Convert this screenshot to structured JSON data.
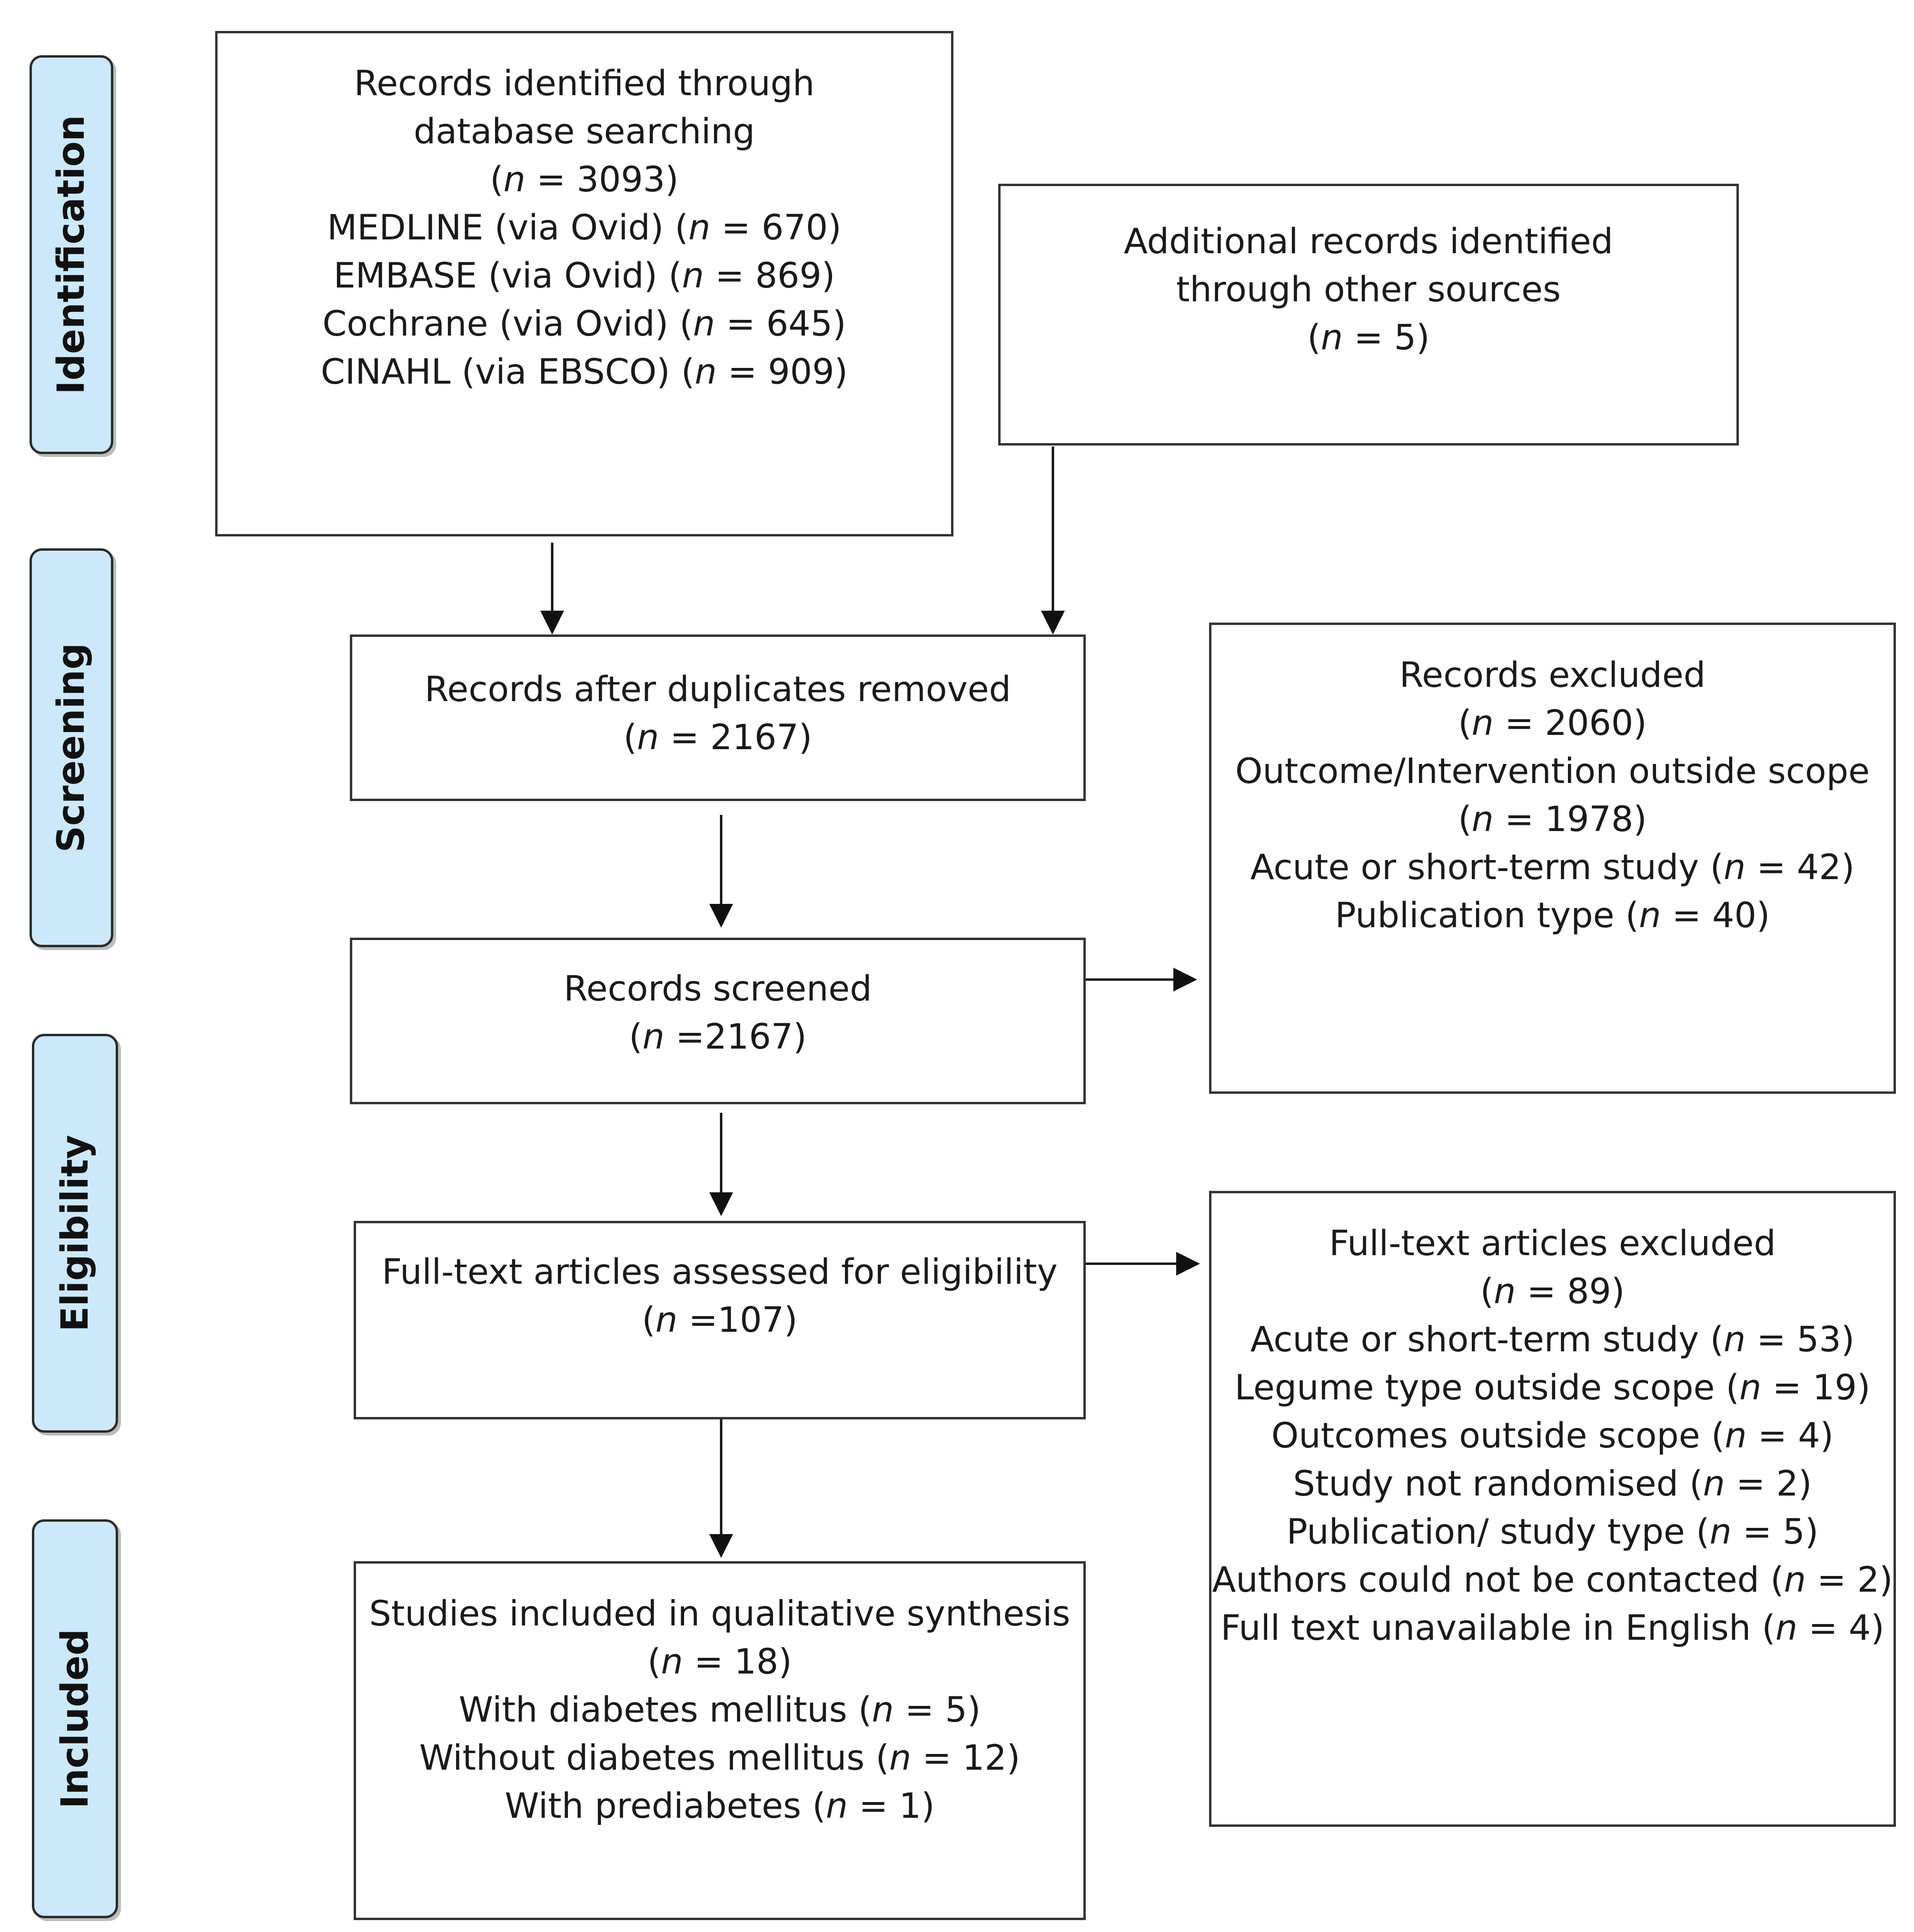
{
  "phases": {
    "identification": "Identification",
    "screening": "Screening",
    "eligibility": "Eligibility",
    "included": "Included"
  },
  "boxes": {
    "database_search": {
      "lines": [
        [
          "Records identified through"
        ],
        [
          "database searching"
        ],
        [
          "(",
          "n",
          " = 3093)"
        ],
        [
          "MEDLINE (via Ovid) (",
          "n",
          " = 670)"
        ],
        [
          "EMBASE (via Ovid) (",
          "n",
          " = 869)"
        ],
        [
          "Cochrane (via Ovid) (",
          "n",
          " = 645)"
        ],
        [
          "CINAHL (via EBSCO) (",
          "n",
          " = 909)"
        ]
      ]
    },
    "other_sources": {
      "lines": [
        [
          "Additional records identified"
        ],
        [
          "through other sources"
        ],
        [
          "(",
          "n",
          " = 5)"
        ]
      ]
    },
    "duplicates_removed": {
      "lines": [
        [
          "Records after duplicates removed"
        ],
        [
          "(",
          "n",
          " = 2167)"
        ]
      ]
    },
    "records_screened": {
      "lines": [
        [
          "Records screened"
        ],
        [
          "(",
          "n",
          " =2167)"
        ]
      ]
    },
    "records_excluded": {
      "lines": [
        [
          "Records excluded"
        ],
        [
          "(",
          "n",
          " = 2060)"
        ],
        [
          "Outcome/Intervention outside scope"
        ],
        [
          "(",
          "n",
          " =  1978)"
        ],
        [
          "Acute or short-term study (",
          "n",
          " = 42)"
        ],
        [
          "Publication type (",
          "n",
          " = 40)"
        ]
      ]
    },
    "fulltext_assessed": {
      "lines": [
        [
          "Full-text articles assessed for eligibility"
        ],
        [
          "(",
          "n",
          " =107)"
        ]
      ]
    },
    "fulltext_excluded": {
      "lines": [
        [
          "Full-text articles excluded"
        ],
        [
          "(",
          "n",
          " = 89)"
        ],
        [
          "Acute or short-term study (",
          "n",
          " = 53)"
        ],
        [
          "Legume type outside scope (",
          "n",
          " = 19)"
        ],
        [
          "Outcomes outside scope (",
          "n",
          " = 4)"
        ],
        [
          "Study not randomised (",
          "n",
          " = 2)"
        ],
        [
          "Publication/ study type (",
          "n",
          " = 5)"
        ],
        [
          "Authors could not be contacted (",
          "n",
          " = 2)"
        ],
        [
          "Full text unavailable in English (",
          "n",
          " = 4)"
        ]
      ]
    },
    "included_studies": {
      "lines": [
        [
          "Studies included in qualitative synthesis"
        ],
        [
          "(",
          "n",
          " = 18)"
        ],
        [
          "With diabetes mellitus (",
          "n",
          " = 5)"
        ],
        [
          "Without diabetes mellitus (",
          "n",
          " = 12)"
        ],
        [
          "With prediabetes (",
          "n",
          " = 1)"
        ]
      ]
    }
  }
}
